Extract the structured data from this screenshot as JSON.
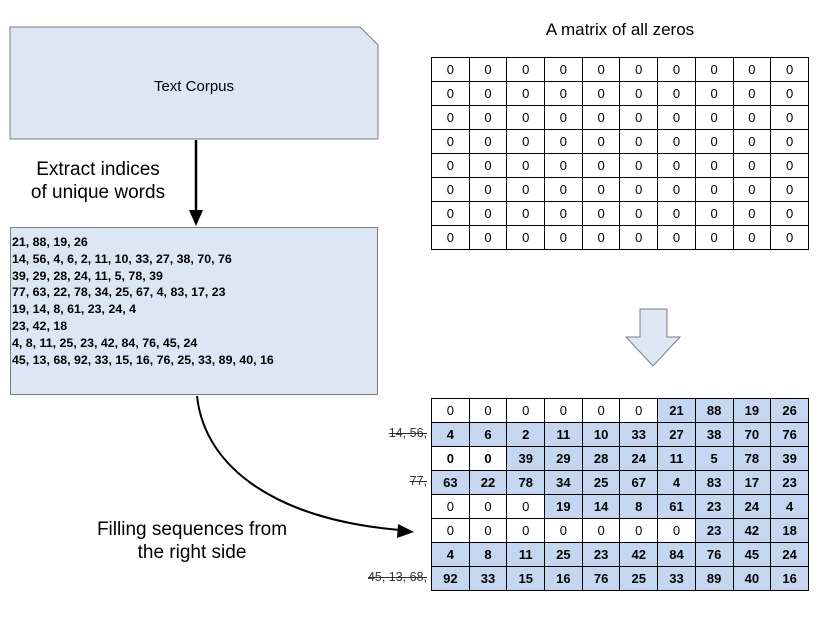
{
  "corpus": {
    "label": "Text Corpus"
  },
  "steps": {
    "extract": [
      "Extract indices",
      "of unique words"
    ],
    "filling": [
      "Filling sequences from",
      "the right side"
    ]
  },
  "sequences": [
    "21, 88, 19, 26",
    "14, 56, 4, 6, 2, 11, 10, 33, 27, 38, 70, 76",
    "39, 29, 28, 24, 11, 5, 78, 39",
    "77, 63, 22, 78, 34, 25, 67, 4, 83, 17, 23",
    "19, 14, 8, 61, 23, 24, 4",
    "23, 42, 18",
    "4, 8, 11, 25, 23, 42, 84, 76, 45, 24",
    "45, 13, 68, 92, 33, 15, 16, 76, 25, 33, 89, 40, 16"
  ],
  "zeros_matrix": {
    "title": "A matrix of all zeros",
    "rows": [
      [
        "0",
        "0",
        "0",
        "0",
        "0",
        "0",
        "0",
        "0",
        "0",
        "0"
      ],
      [
        "0",
        "0",
        "0",
        "0",
        "0",
        "0",
        "0",
        "0",
        "0",
        "0"
      ],
      [
        "0",
        "0",
        "0",
        "0",
        "0",
        "0",
        "0",
        "0",
        "0",
        "0"
      ],
      [
        "0",
        "0",
        "0",
        "0",
        "0",
        "0",
        "0",
        "0",
        "0",
        "0"
      ],
      [
        "0",
        "0",
        "0",
        "0",
        "0",
        "0",
        "0",
        "0",
        "0",
        "0"
      ],
      [
        "0",
        "0",
        "0",
        "0",
        "0",
        "0",
        "0",
        "0",
        "0",
        "0"
      ],
      [
        "0",
        "0",
        "0",
        "0",
        "0",
        "0",
        "0",
        "0",
        "0",
        "0"
      ],
      [
        "0",
        "0",
        "0",
        "0",
        "0",
        "0",
        "0",
        "0",
        "0",
        "0"
      ]
    ]
  },
  "filled_matrix": {
    "rows": [
      [
        "0",
        "0",
        "0",
        "0",
        "0",
        "0",
        "21",
        "88",
        "19",
        "26"
      ],
      [
        "4",
        "6",
        "2",
        "11",
        "10",
        "33",
        "27",
        "38",
        "70",
        "76"
      ],
      [
        "0",
        "0",
        "39",
        "29",
        "28",
        "24",
        "11",
        "5",
        "78",
        "39"
      ],
      [
        "63",
        "22",
        "78",
        "34",
        "25",
        "67",
        "4",
        "83",
        "17",
        "23"
      ],
      [
        "0",
        "0",
        "0",
        "19",
        "14",
        "8",
        "61",
        "23",
        "24",
        "4"
      ],
      [
        "0",
        "0",
        "0",
        "0",
        "0",
        "0",
        "0",
        "23",
        "42",
        "18"
      ],
      [
        "4",
        "8",
        "11",
        "25",
        "23",
        "42",
        "84",
        "76",
        "45",
        "24"
      ],
      [
        "92",
        "33",
        "15",
        "16",
        "76",
        "25",
        "33",
        "89",
        "40",
        "16"
      ]
    ],
    "highlight_from": [
      6,
      0,
      2,
      0,
      3,
      7,
      0,
      0
    ],
    "bold_zero_rows": [
      2
    ],
    "truncated": [
      {
        "row": 1,
        "text": "14, 56,"
      },
      {
        "row": 3,
        "text": "77,"
      },
      {
        "row": 7,
        "text": "45, 13, 68,"
      }
    ]
  },
  "colors": {
    "highlight": "#c5d6f0",
    "box": "#dce6f4",
    "outline": "#7f7f7f"
  }
}
